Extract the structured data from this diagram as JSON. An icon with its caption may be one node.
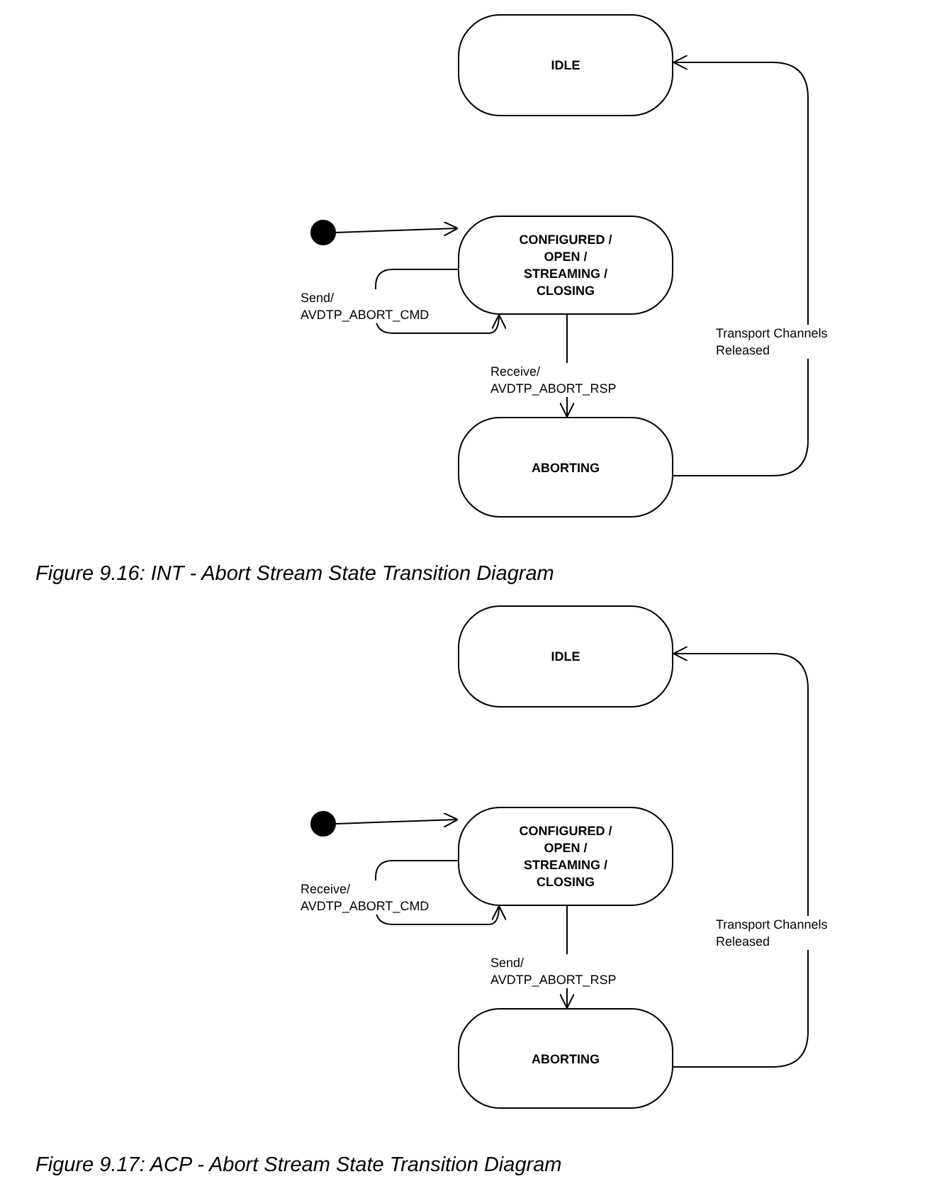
{
  "diagram": {
    "nodes": [
      {
        "text": [
          "IDLE"
        ]
      },
      {
        "text": [],
        "shape": "circle"
      },
      {
        "text": [
          "CONFIGURED / OPEN / STREAMING / CLOSING"
        ]
      },
      {
        "text": [
          "ABORTING"
        ]
      },
      {
        "text": [
          "IDLE"
        ]
      },
      {
        "text": [],
        "shape": "circle"
      },
      {
        "text": [
          "CONFIGURED / OPEN / STREAMING / CLOSING"
        ]
      },
      {
        "text": [
          "ABORTING"
        ]
      }
    ],
    "edges": [
      {
        "from": 1,
        "to": 2,
        "arrow": "to"
      },
      {
        "from": 2,
        "to": 2,
        "arrow": "to",
        "label": "Send/ AVDTP_ABORT_CMD"
      },
      {
        "from": 2,
        "to": 3,
        "arrow": "to",
        "label": "Receive/ AVDTP_ABORT_RSP"
      },
      {
        "from": 3,
        "to": 0,
        "arrow": "to",
        "label": "Transport Channels Released"
      },
      {
        "from": 5,
        "to": 6,
        "arrow": "to"
      },
      {
        "from": 6,
        "to": 6,
        "arrow": "to",
        "label": "Receive/ AVDTP_ABORT_CMD"
      },
      {
        "from": 6,
        "to": 7,
        "arrow": "to",
        "label": "Send/ AVDTP_ABORT_RSP"
      },
      {
        "from": 7,
        "to": 4,
        "arrow": "to",
        "label": "Transport Channels Released"
      }
    ],
    "labels": [
      "Figure 9.16: INT - Abort Stream State Transition Diagram",
      "Figure 9.17: ACP - Abort Stream State Transition Diagram"
    ]
  }
}
